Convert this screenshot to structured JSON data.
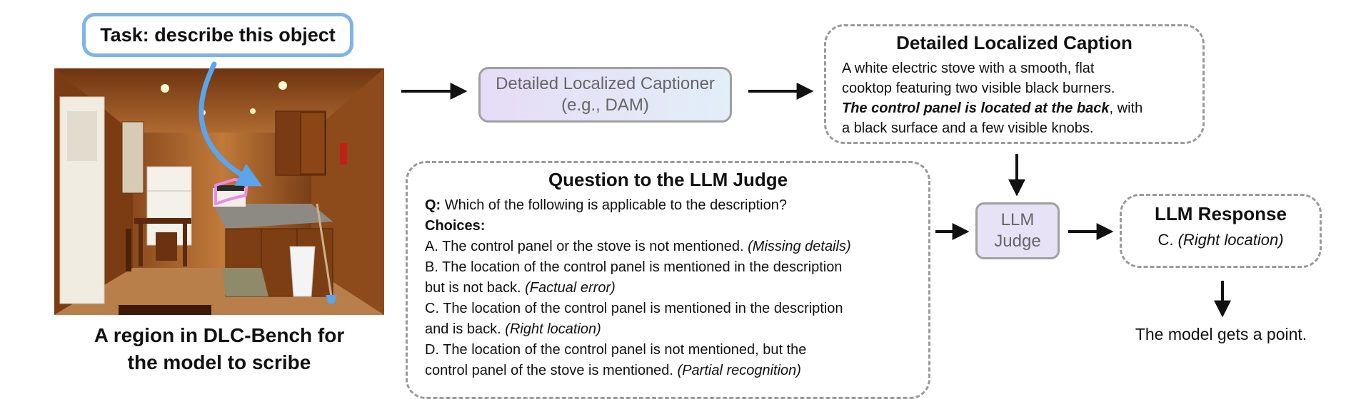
{
  "task": {
    "label": "Task: describe this object"
  },
  "photo": {
    "caption_line1": "A region in DLC-Bench",
    "caption_line2": "the model to scribe",
    "caption_line1_suffix": "for"
  },
  "captioner": {
    "line1": "Detailed Localized Captioner",
    "line2": "(e.g., DAM)"
  },
  "detailed_caption": {
    "title": "Detailed Localized Caption",
    "line1": "A white electric stove with a smooth, flat",
    "line2": "cooktop featuring two visible black burners.",
    "line3_bold_italic": "The control panel is located at the back",
    "line3_rest": ", with",
    "line4": "a black surface and a few visible knobs."
  },
  "question": {
    "title": "Question to the LLM Judge",
    "q_label": "Q:",
    "q_text": " Which of the following is applicable to the description?",
    "choices_label": "Choices:",
    "a_text": "A. The control panel or the stove is not mentioned. ",
    "a_tag": "(Missing details)",
    "b_text1": "B. The location of the control panel is mentioned in the description",
    "b_text2": "but is not back. ",
    "b_tag": "(Factual error)",
    "c_text1": "C. The location of the control panel is mentioned in the description",
    "c_text2": "and is back. ",
    "c_tag": "(Right location)",
    "d_text1": "D. The location of the control panel is not mentioned, but the",
    "d_text2": "control panel of the stove is mentioned. ",
    "d_tag": "(Partial recognition)"
  },
  "judge": {
    "line1": "LLM",
    "line2": "Judge"
  },
  "response": {
    "title": "LLM Response",
    "prefix": "C. ",
    "answer": "(Right location)"
  },
  "result": {
    "text": "The model gets a point."
  },
  "colors": {
    "task_border": "#7db4ea",
    "blue_arrow": "#5aa5ec",
    "mask_pink": "#e98be6"
  }
}
